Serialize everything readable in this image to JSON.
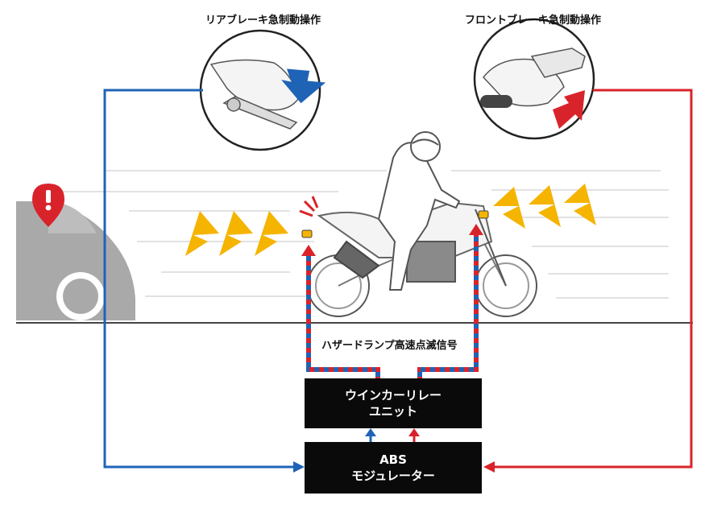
{
  "labels": {
    "rear_brake": "リアブレーキ急制動操作",
    "front_brake": "フロントブレーキ急制動操作",
    "hazard_signal": "ハザードランプ高速点滅信号"
  },
  "boxes": {
    "relay_unit": {
      "line1": "ウインカーリレー",
      "line2": "ユニット"
    },
    "abs_modulator": {
      "line1": "ABS",
      "line2": "モジュレーター"
    }
  },
  "colors": {
    "rear_path": "#1f63b6",
    "front_path": "#d9232a",
    "flash": "#f5b400",
    "warning": "#d9232a",
    "box": "#0a0a0a"
  },
  "icons": [
    "warning-pin-icon",
    "down-arrow-icon",
    "up-arrow-icon",
    "flash-chevron-icon"
  ]
}
